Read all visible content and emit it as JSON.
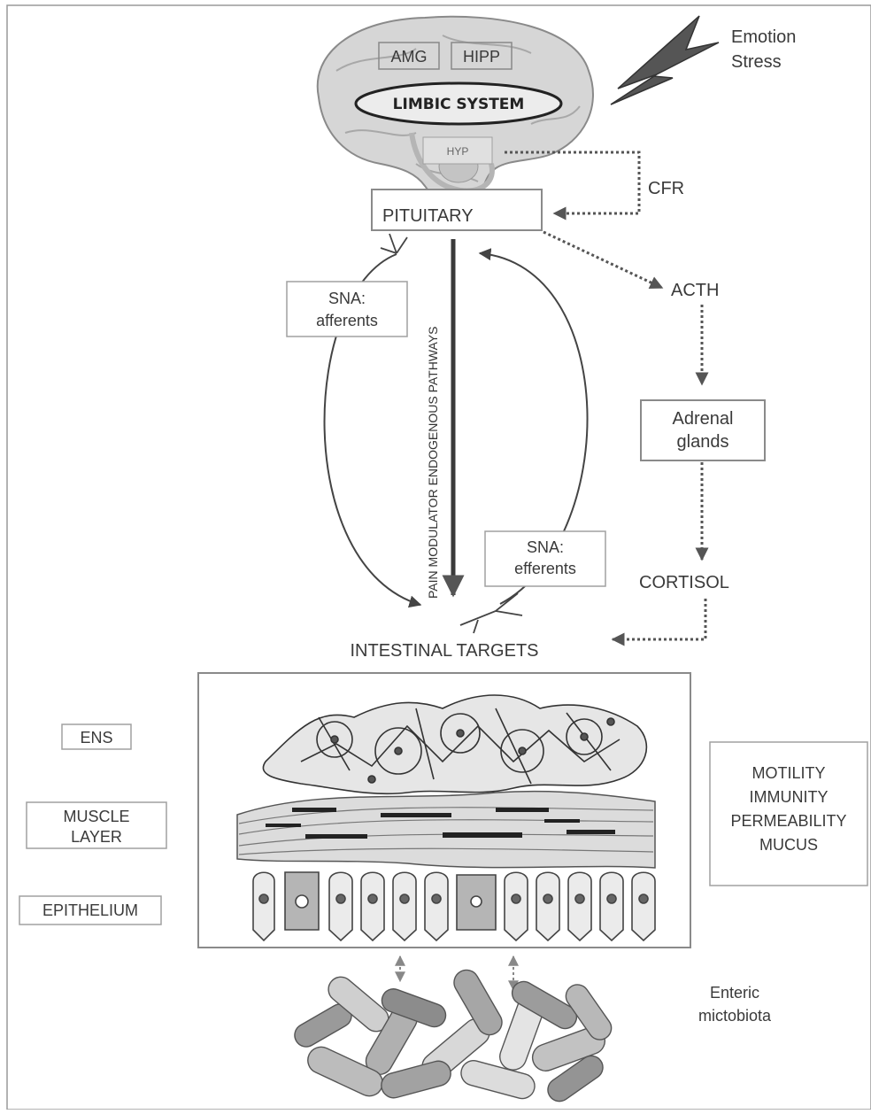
{
  "diagram": {
    "stressor": {
      "line1": "Emotion",
      "line2": "Stress"
    },
    "brain": {
      "amg": "AMG",
      "hipp": "HIPP",
      "limbic": "LIMBIC SYSTEM",
      "hyp": "HYP"
    },
    "pituitary": "PITUITARY",
    "cfr": "CFR",
    "acth": "ACTH",
    "adrenal": {
      "line1": "Adrenal",
      "line2": "glands"
    },
    "cortisol": "CORTISOL",
    "sna_afferents": {
      "line1": "SNA:",
      "line2": "afferents"
    },
    "sna_efferents": {
      "line1": "SNA:",
      "line2": "efferents"
    },
    "pain_pathways": "PAIN MODULATOR ENDOGENOUS PATHWAYS",
    "intestinal_targets": "INTESTINAL TARGETS",
    "ens": "ENS",
    "muscle": {
      "line1": "MUSCLE",
      "line2": "LAYER"
    },
    "epithelium": "EPITHELIUM",
    "functions": [
      "MOTILITY",
      "IMMUNITY",
      "PERMEABILITY",
      "MUCUS"
    ],
    "microbiota": {
      "line1": "Enteric",
      "line2": "mictobiota"
    }
  }
}
